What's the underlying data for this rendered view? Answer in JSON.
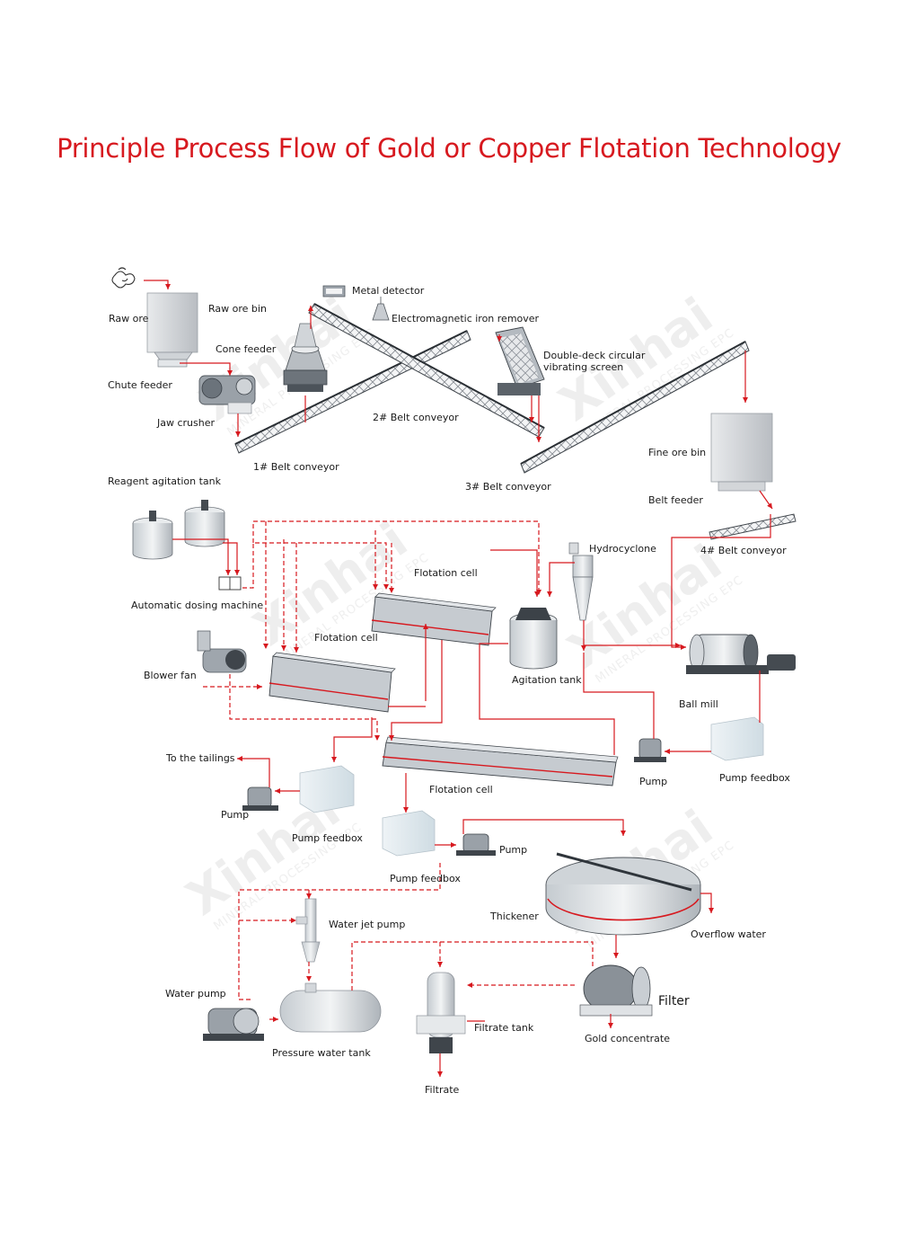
{
  "title": "Principle Process Flow of Gold or Copper Flotation Technology",
  "colors": {
    "title": "#d7191f",
    "flow_line": "#d7191f",
    "equipment": "#c8ccd1",
    "box": "#dfe7ec",
    "watermark": "#eeeeee"
  },
  "watermark": {
    "brand": "Xinhai",
    "tagline": "MINERAL PROCESSING EPC"
  },
  "labels": {
    "raw_ore": "Raw ore",
    "raw_ore_bin": "Raw ore bin",
    "chute_feeder": "Chute feeder",
    "jaw_crusher": "Jaw crusher",
    "cone_feeder": "Cone feeder",
    "metal_detector": "Metal detector",
    "iron_remover": "Electromagnetic iron remover",
    "vibrating_screen_1": "Double-deck circular",
    "vibrating_screen_2": "vibrating screen",
    "belt_conveyor_1": "1# Belt conveyor",
    "belt_conveyor_2": "2# Belt conveyor",
    "belt_conveyor_3": "3# Belt conveyor",
    "fine_ore_bin": "Fine ore bin",
    "belt_feeder": "Belt feeder",
    "belt_conveyor_4": "4# Belt conveyor",
    "reagent_tank": "Reagent agitation tank",
    "dosing_machine": "Automatic dosing machine",
    "flotation_cell_upper": "Flotation cell",
    "flotation_cell_middle": "Flotation cell",
    "flotation_cell_lower": "Flotation cell",
    "hydrocyclone": "Hydrocyclone",
    "agitation_tank": "Agitation tank",
    "blower_fan": "Blower fan",
    "ball_mill": "Ball mill",
    "pump_right": "Pump",
    "pump_feedbox_right": "Pump feedbox",
    "to_tailings": "To the tailings",
    "pump_left": "Pump",
    "pump_feedbox_left": "Pump feedbox",
    "pump_center": "Pump",
    "pump_feedbox_center": "Pump feedbox",
    "thickener": "Thickener",
    "overflow_water": "Overflow water",
    "water_jet_pump": "Water jet pump",
    "water_pump": "Water pump",
    "pressure_water_tank": "Pressure water tank",
    "filtrate_tank": "Filtrate tank",
    "filtrate": "Filtrate",
    "filter": "Filter",
    "gold_concentrate": "Gold concentrate"
  }
}
